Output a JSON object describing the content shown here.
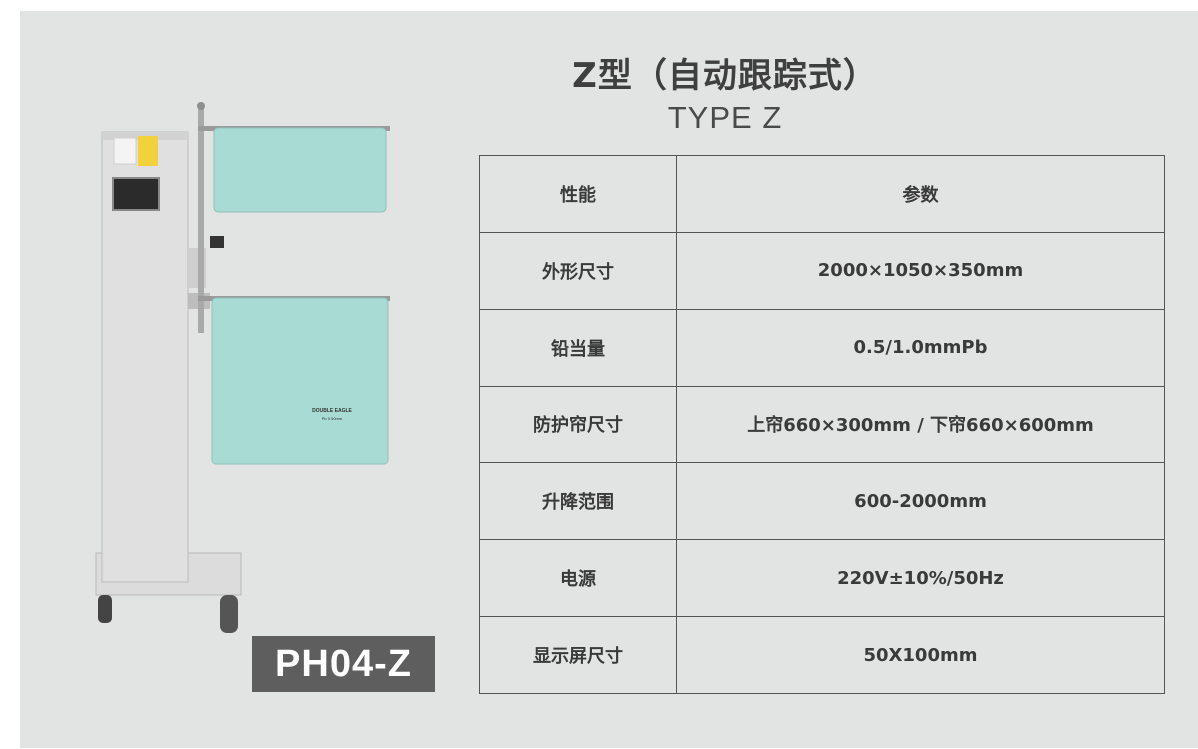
{
  "heading": {
    "title": "Z型（自动跟踪式）",
    "subtitle": "TYPE Z"
  },
  "model": "PH04-Z",
  "curtain_label": {
    "brand": "DOUBLE EAGLE",
    "spec": "Pb 0.50mm"
  },
  "table": {
    "headers": [
      "性能",
      "参数"
    ],
    "rows": [
      [
        "外形尺寸",
        "2000×1050×350mm"
      ],
      [
        "铅当量",
        "0.5/1.0mmPb"
      ],
      [
        "防护帘尺寸",
        "上帘660×300mm / 下帘660×600mm"
      ],
      [
        "升降范围",
        "600-2000mm"
      ],
      [
        "电源",
        "220V±10%/50Hz"
      ],
      [
        "显示屏尺寸",
        "50X100mm"
      ]
    ]
  },
  "colors": {
    "background": "#e2e3e3",
    "curtain": "#a8dbd3",
    "badge": "#5e5e5e"
  }
}
